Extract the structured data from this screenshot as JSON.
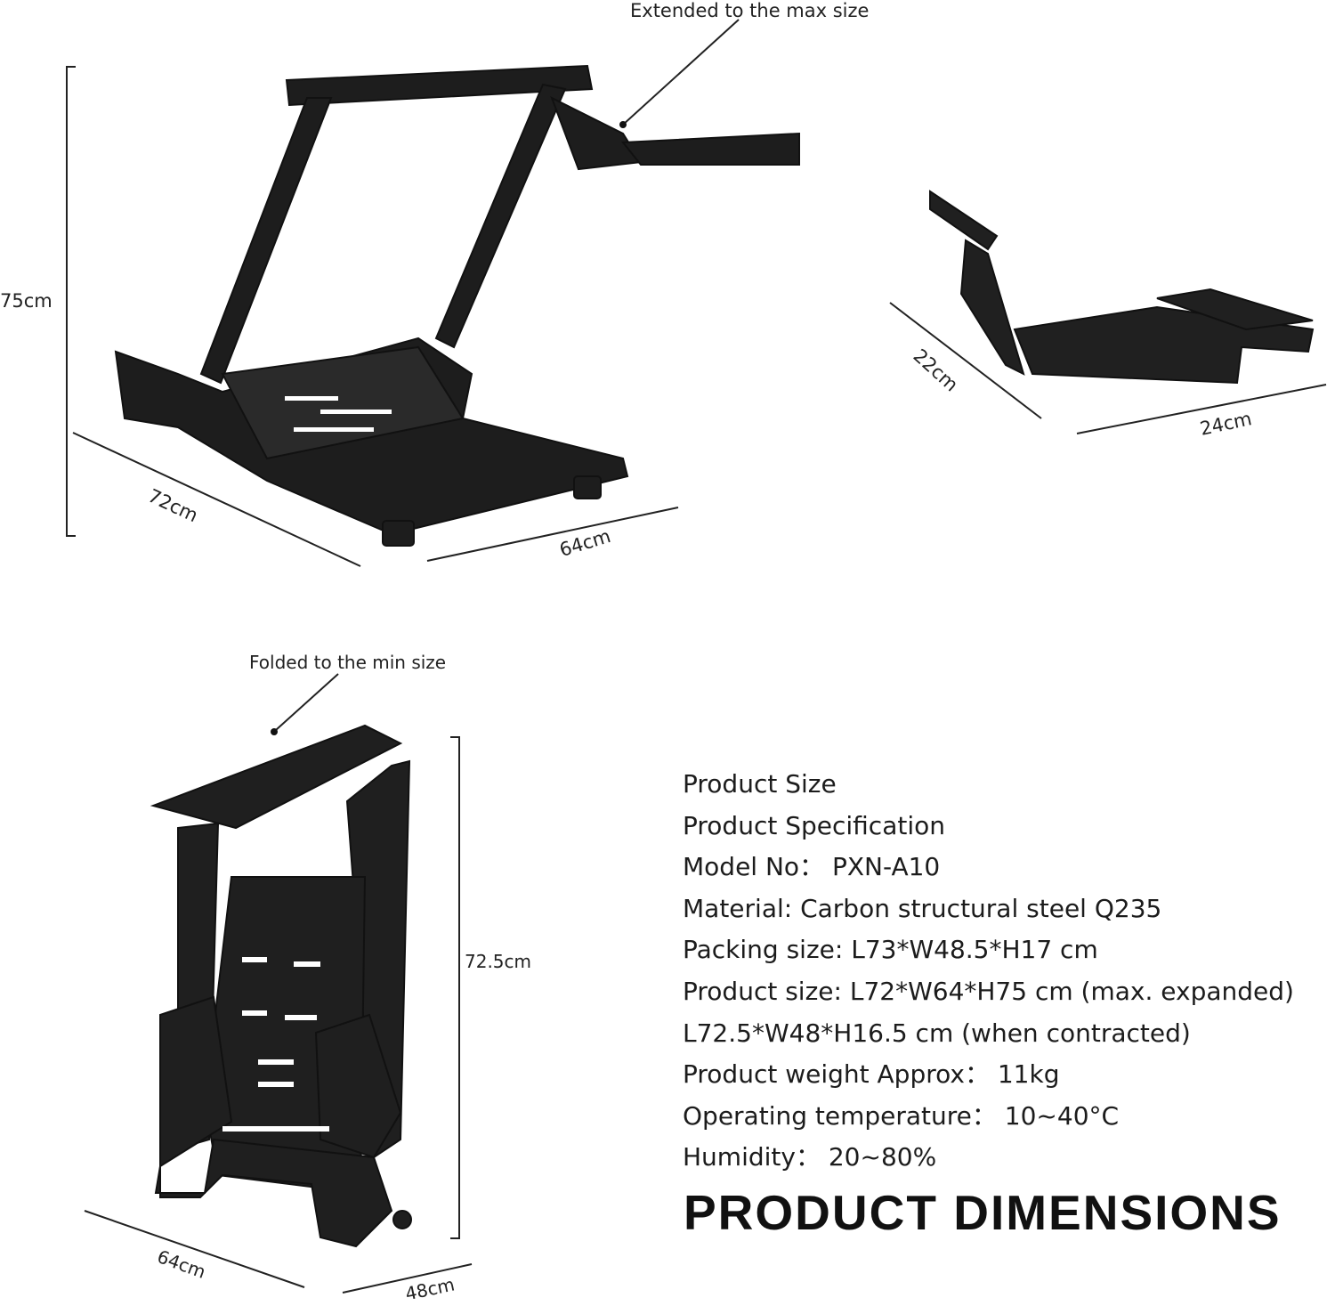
{
  "annotations": {
    "extended": "Extended to the max size",
    "folded": "Folded to the min size"
  },
  "dimensions": {
    "extended_height": "75cm",
    "extended_length": "72cm",
    "extended_width": "64cm",
    "mount_depth": "22cm",
    "mount_width": "24cm",
    "folded_height": "72.5cm",
    "folded_width": "64cm",
    "folded_depth": "48cm"
  },
  "specs": [
    "Product Size",
    "Product Specification",
    "Model No： PXN-A10",
    "Material: Carbon structural steel Q235",
    "Packing size: L73*W48.5*H17 cm",
    "Product size: L72*W64*H75 cm (max. expanded)",
    "L72.5*W48*H16.5 cm (when contracted)",
    "Product weight Approx： 11kg",
    "Operating temperature： 10~40°C",
    "Humidity： 20~80%"
  ],
  "title": "PRODUCT DIMENSIONS"
}
